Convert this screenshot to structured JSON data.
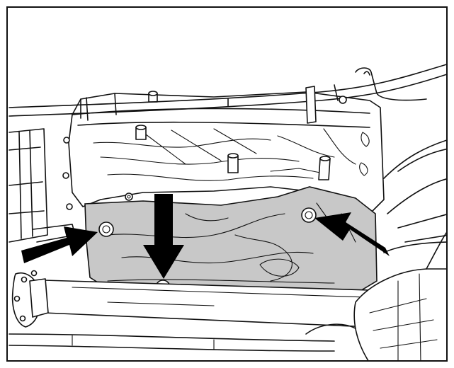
{
  "diagram": {
    "highlight_color": "#c8c8c8",
    "line_color": "#111111",
    "arrow_color": "#000000",
    "callouts": [
      {
        "icon": "arrow-right-icon",
        "target": "left-bolt"
      },
      {
        "icon": "arrow-down-icon",
        "target": "bottom-bolt"
      },
      {
        "icon": "arrow-up-left-icon",
        "target": "right-bolt"
      }
    ]
  }
}
